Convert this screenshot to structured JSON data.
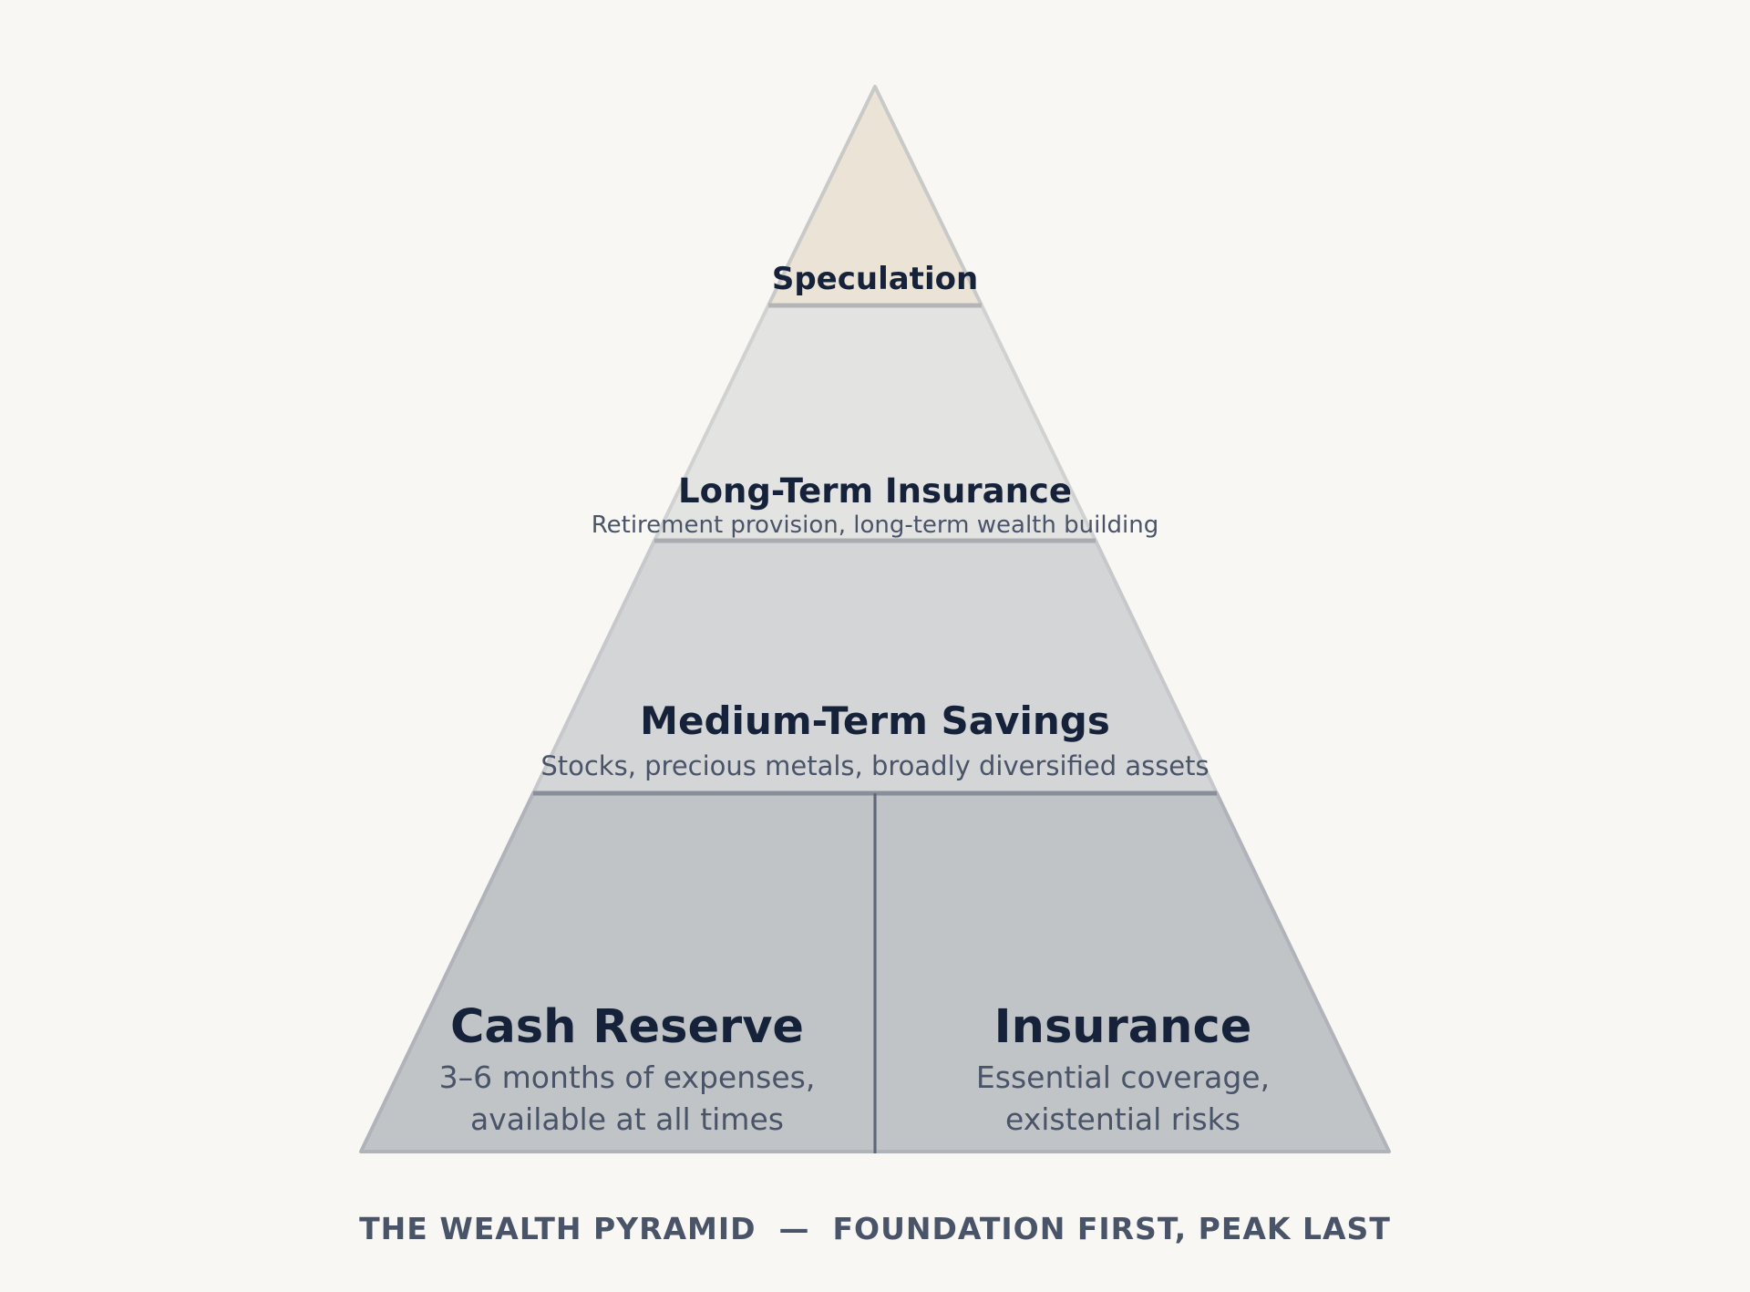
{
  "pyramid": {
    "peak": {
      "title": "Speculation",
      "color": "#ebe4d6"
    },
    "long_term": {
      "title": "Long-Term Insurance",
      "subtitle": "Retirement provision, long-term wealth building",
      "color": "#e3e3e2"
    },
    "medium_term": {
      "title": "Medium-Term Savings",
      "subtitle": "Stocks, precious metals, broadly diversified assets",
      "color": "#d4d5d7"
    },
    "foundation_left": {
      "title": "Cash Reserve",
      "subtitle_line1": "3–6 months of expenses,",
      "subtitle_line2": "available at all times",
      "color": "#c1c4c7"
    },
    "foundation_right": {
      "title": "Insurance",
      "subtitle_line1": "Essential coverage,",
      "subtitle_line2": "existential risks",
      "color": "#c1c4c7"
    }
  },
  "footer": {
    "caption": "THE WEALTH PYRAMID  —  FOUNDATION FIRST, PEAK LAST"
  }
}
